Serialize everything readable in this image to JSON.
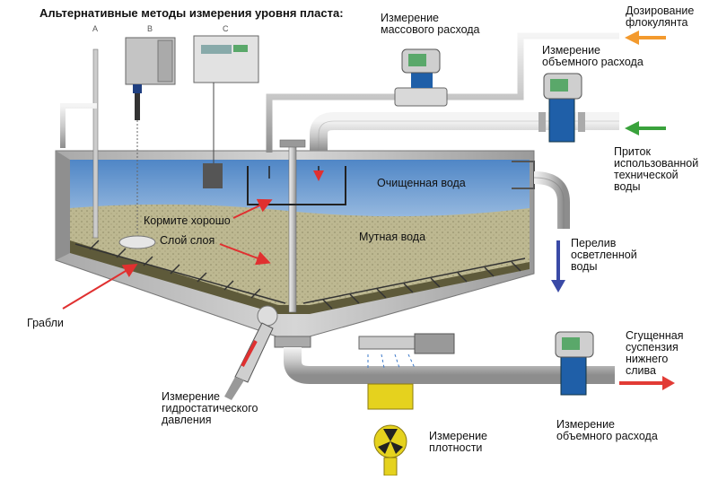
{
  "title": "Альтернативные методы измерения уровня пласта:",
  "instruments": {
    "a": "A",
    "b": "B",
    "c": "C"
  },
  "labels": {
    "mass_flow": "Измерение\nмассового расхода",
    "flocculant": "Дозирование\nфлокулянта",
    "volume_flow_top": "Измерение\nобъемного расхода",
    "process_water": "Приток\nиспользованной\nтехнической\nводы",
    "clear_water": "Очищенная вода",
    "feed_well": "Кормите хорошо",
    "bed_layer": "Слой слоя",
    "turbid_water": "Мутная вода",
    "overflow": "Перелив\nосветленной\nводы",
    "rakes": "Грабли",
    "hydrostatic": "Измерение\nгидростатического\nдавления",
    "density": "Измерение\nплотности",
    "underflow": "Сгущенная\nсуспензия\nнижнего\nслива",
    "volume_flow_bottom": "Измерение\nобъемного расхода"
  },
  "colors": {
    "flocculant_arrow": "#f39a2e",
    "water_arrow": "#3aa23c",
    "underflow_arrow": "#e23b35",
    "overflow_arrow": "#3a4aa6",
    "pointer": "#e03030",
    "clear_water": "#7fa6d6",
    "sludge": "#b8b28a",
    "flowmeter_blue": "#1f5fa8",
    "density_yellow": "#e5d21e"
  }
}
